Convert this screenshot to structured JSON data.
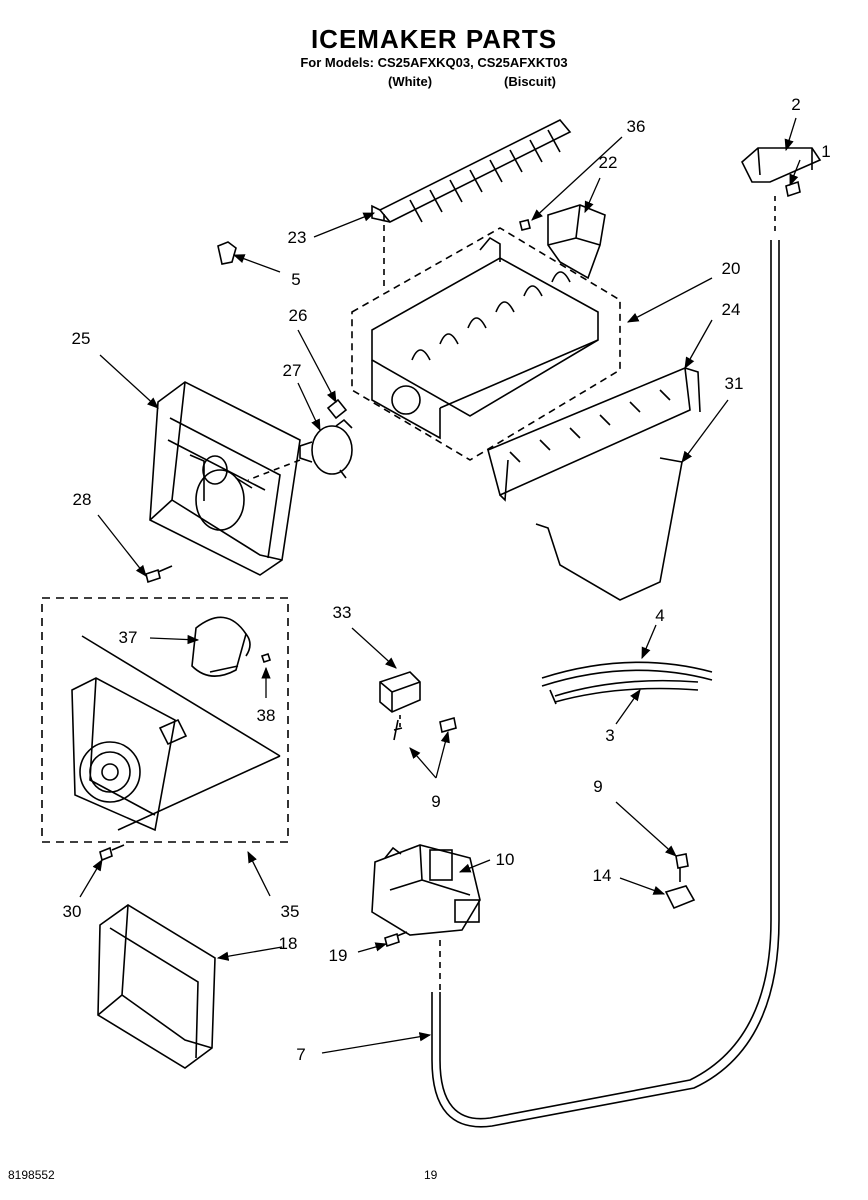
{
  "header": {
    "title": "ICEMAKER PARTS",
    "models": "For Models: CS25AFXKQ03, CS25AFXKT03",
    "color_white": "(White)",
    "color_biscuit": "(Biscuit)"
  },
  "footer": {
    "doc_id": "8198552",
    "page_number": "19"
  },
  "callouts": {
    "c1": "1",
    "c2": "2",
    "c3": "3",
    "c4": "4",
    "c5": "5",
    "c7": "7",
    "c9a": "9",
    "c9b": "9",
    "c10": "10",
    "c14": "14",
    "c18": "18",
    "c19": "19",
    "c20": "20",
    "c22": "22",
    "c23": "23",
    "c24": "24",
    "c25": "25",
    "c26": "26",
    "c27": "27",
    "c28": "28",
    "c30": "30",
    "c31": "31",
    "c33": "33",
    "c35": "35",
    "c36": "36",
    "c37": "37",
    "c38": "38"
  }
}
